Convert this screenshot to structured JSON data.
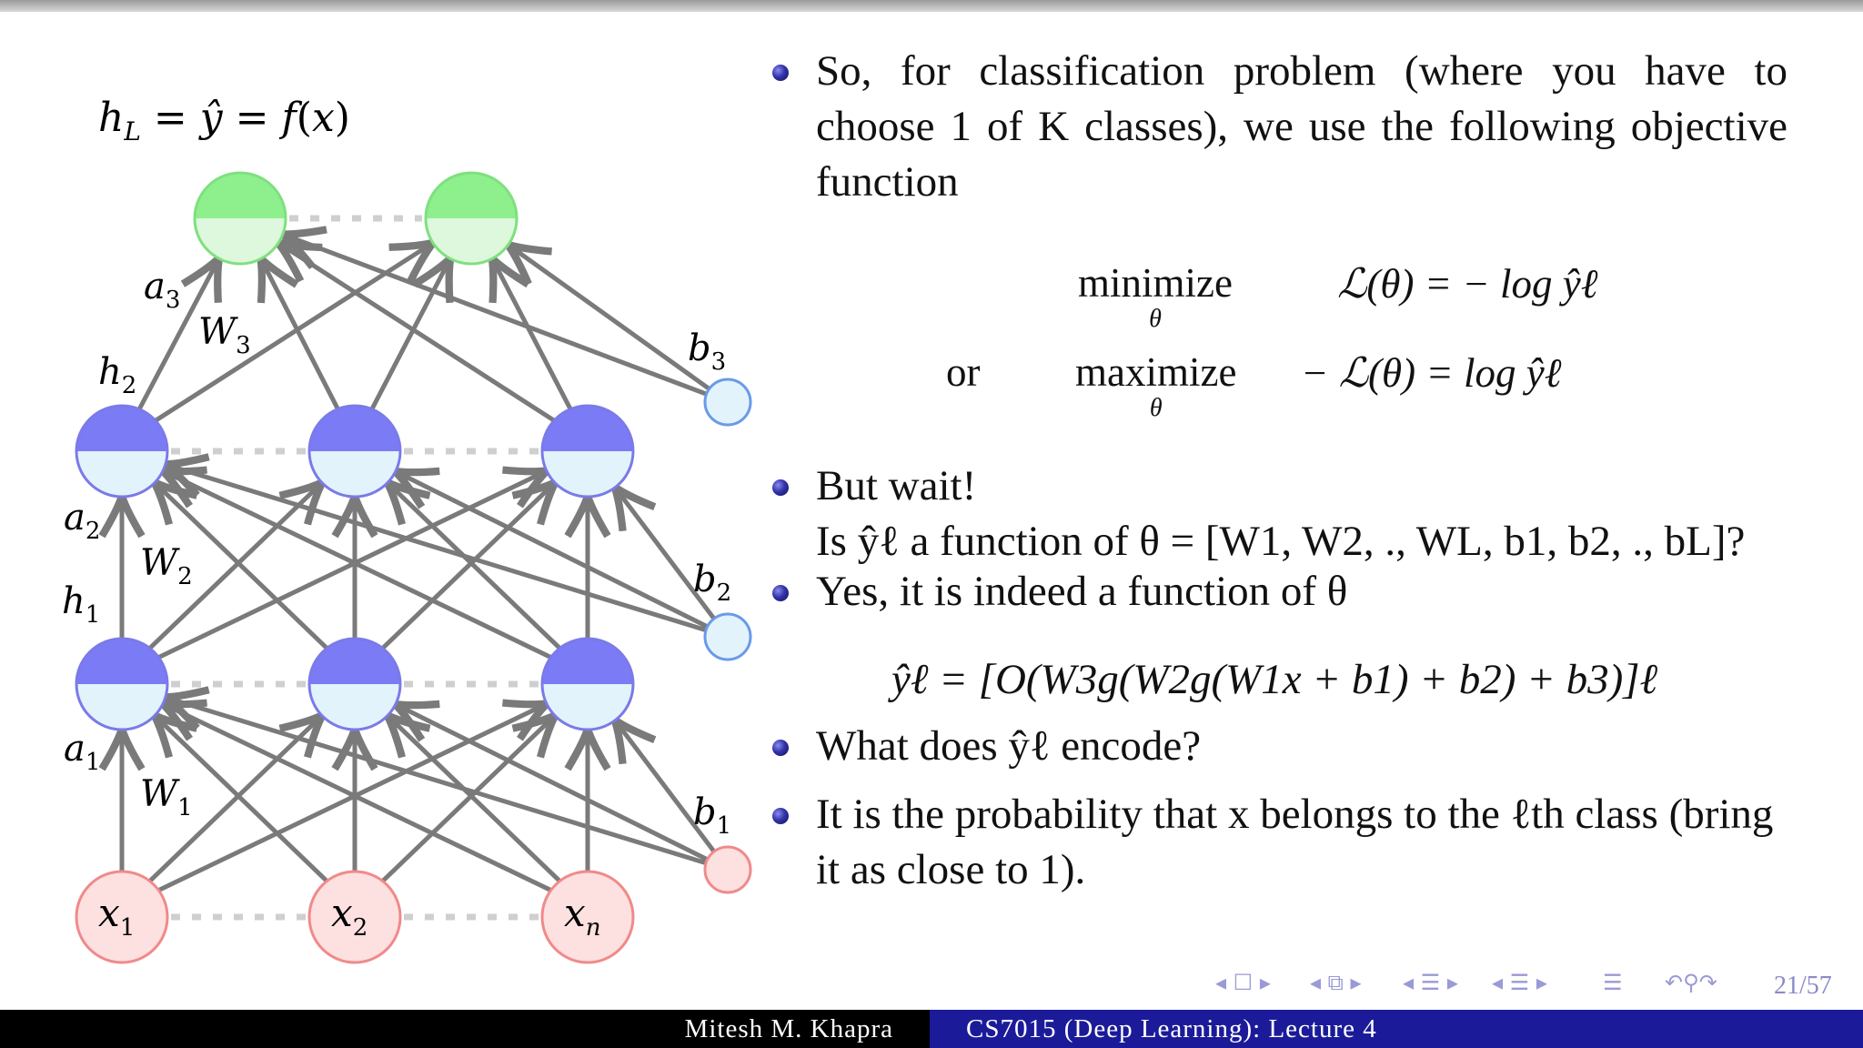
{
  "diagram": {
    "output_equation": "h",
    "output_equation_text": "hL = ŷ = f(x)",
    "inputs": [
      "x1",
      "x2",
      "xn"
    ],
    "layer_labels": {
      "h2": "h2",
      "h1": "h1",
      "a3": "a3",
      "a2": "a2",
      "a1": "a1",
      "W3": "W3",
      "W2": "W2",
      "W1": "W1",
      "b3": "b3",
      "b2": "b2",
      "b1": "b1"
    },
    "colors": {
      "output": "#8df08d",
      "hidden": "#7b7bf5",
      "input": "#fde0e0",
      "edge": "#7a7a7a"
    }
  },
  "bullets": {
    "b1": "So, for classification problem (where you have to choose 1 of K classes), we use the following objective function",
    "or_word": "or",
    "minimize": "minimize",
    "maximize": "maximize",
    "theta": "θ",
    "obj1": "ℒ(θ) = − log ŷℓ",
    "obj2": "− ℒ(θ) = log ŷℓ",
    "b2_line1": "But wait!",
    "b2_line2": "Is ŷℓ a function of θ = [W1, W2, ., WL, b1, b2, ., bL]?",
    "b3": "Yes, it is indeed a function of θ",
    "eq": "ŷℓ = [O(W3g(W2g(W1x + b1) + b2) + b3)]ℓ",
    "b4": "What does ŷℓ encode?",
    "b5": "It is the probability that x belongs to the ℓth class (bring it as close to 1)."
  },
  "footer": {
    "author": "Mitesh M. Khapra",
    "course": "CS7015 (Deep Learning): Lecture 4",
    "page": "21/57"
  }
}
